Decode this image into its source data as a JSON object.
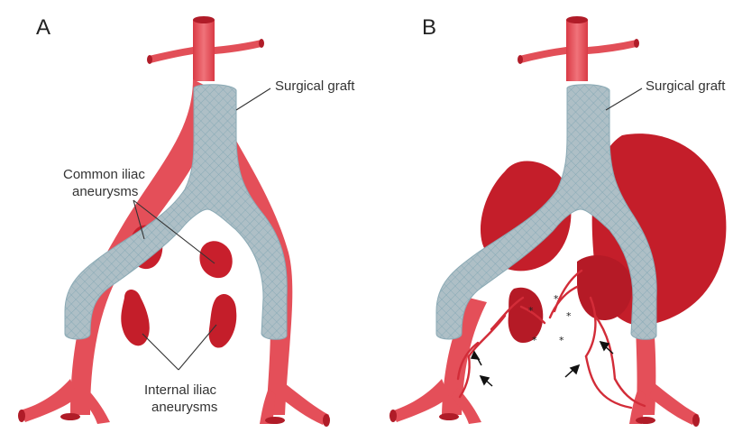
{
  "panels": [
    {
      "letter": "A"
    },
    {
      "letter": "B"
    }
  ],
  "labels": {
    "graft_a": "Surgical graft",
    "graft_b": "Surgical graft",
    "common_iliac_line1": "Common iliac",
    "common_iliac_line2": "aneurysms",
    "internal_iliac_line1": "Internal iliac",
    "internal_iliac_line2": "aneurysms"
  },
  "markers": {
    "asterisk": "*"
  },
  "colors": {
    "vessel": "#e8545c",
    "vessel_dark": "#c81f2e",
    "aneurysm": "#c41e2a",
    "graft_fill": "#a9bcc3",
    "graft_mesh": "#7fa6b3"
  }
}
